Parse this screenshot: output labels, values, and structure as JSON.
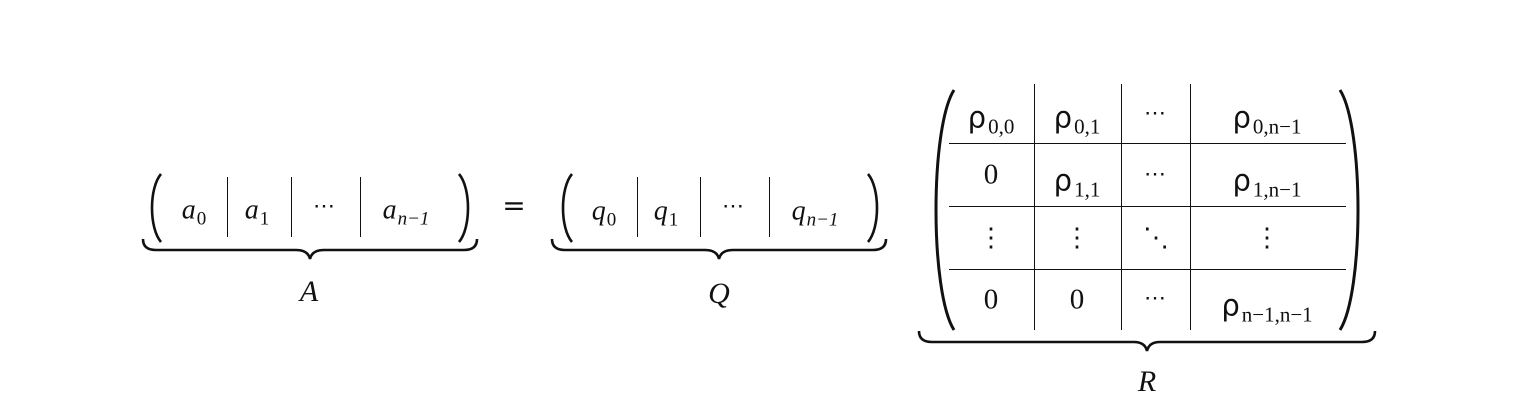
{
  "equation": {
    "equals": "=",
    "A": {
      "label": "A",
      "cells": [
        {
          "base": "a",
          "sub": "0"
        },
        {
          "base": "a",
          "sub": "1"
        },
        {
          "dots": "⋯"
        },
        {
          "base": "a",
          "sub": "n−1"
        }
      ]
    },
    "Q": {
      "label": "Q",
      "cells": [
        {
          "base": "q",
          "sub": "0"
        },
        {
          "base": "q",
          "sub": "1"
        },
        {
          "dots": "⋯"
        },
        {
          "base": "q",
          "sub": "n−1"
        }
      ]
    },
    "R": {
      "label": "R",
      "rows": [
        [
          {
            "base": "ρ",
            "sub": "0,0"
          },
          {
            "base": "ρ",
            "sub": "0,1"
          },
          {
            "dots": "⋯"
          },
          {
            "base": "ρ",
            "sub": "0,n−1"
          }
        ],
        [
          {
            "text": "0"
          },
          {
            "base": "ρ",
            "sub": "1,1"
          },
          {
            "dots": "⋯"
          },
          {
            "base": "ρ",
            "sub": "1,n−1"
          }
        ],
        [
          {
            "vdots": "⋮"
          },
          {
            "vdots": "⋮"
          },
          {
            "ddots": "⋱"
          },
          {
            "vdots": "⋮"
          }
        ],
        [
          {
            "text": "0"
          },
          {
            "text": "0"
          },
          {
            "dots": "⋯"
          },
          {
            "base": "ρ",
            "sub": "n−1,n−1"
          }
        ]
      ]
    }
  }
}
